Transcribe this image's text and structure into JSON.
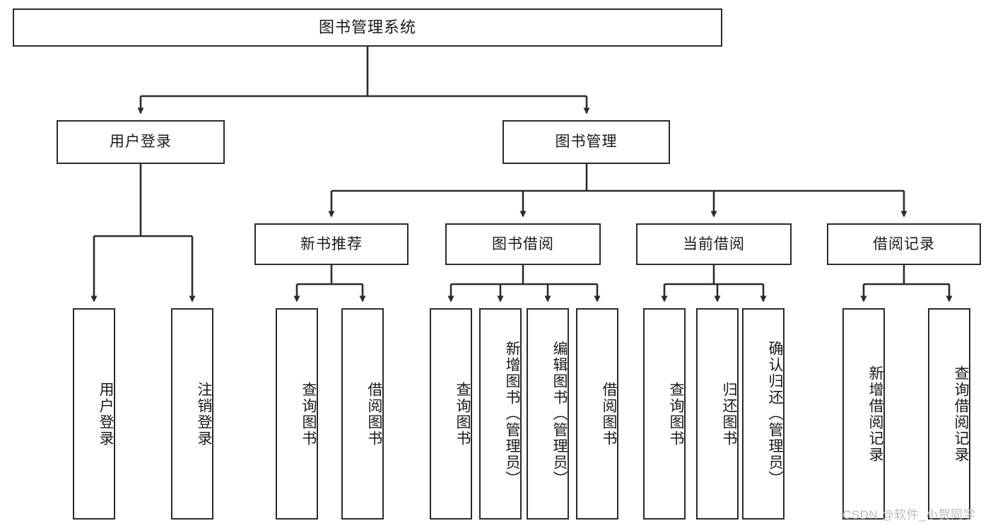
{
  "diagram": {
    "title": "图书管理系统",
    "stroke_color": "#2b2b2b",
    "background_color": "#ffffff",
    "text_color": "#1a1a1a",
    "levels": {
      "root": {
        "label": "图书管理系统"
      },
      "level2": [
        {
          "label": "用户登录"
        },
        {
          "label": "图书管理"
        }
      ],
      "level3": [
        {
          "label": "新书推荐"
        },
        {
          "label": "图书借阅"
        },
        {
          "label": "当前借阅"
        },
        {
          "label": "借阅记录"
        }
      ],
      "leaves": [
        {
          "label": "用户登录"
        },
        {
          "label": "注销登录"
        },
        {
          "label": "查询图书"
        },
        {
          "label": "借阅图书"
        },
        {
          "label": "查询图书"
        },
        {
          "label": "新增图书（管理员）"
        },
        {
          "label": "编辑图书（管理员）"
        },
        {
          "label": "借阅图书"
        },
        {
          "label": "查询图书"
        },
        {
          "label": "归还图书"
        },
        {
          "label": "确认归还（管理员）"
        },
        {
          "label": "新增借阅记录"
        },
        {
          "label": "查询借阅记录"
        }
      ]
    }
  },
  "watermark": {
    "text": "CSDN @软件_小贺同学",
    "color": "#b9b9b9"
  }
}
